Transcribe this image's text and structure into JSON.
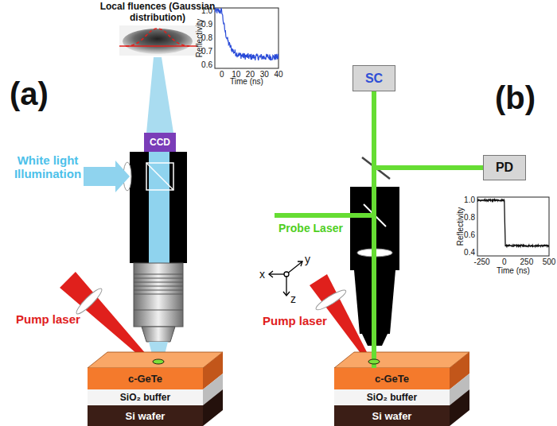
{
  "diagram": {
    "nodes": [
      {
        "text": [
          "CCD"
        ]
      },
      {
        "text": [
          "SC"
        ]
      },
      {
        "text": [
          "PD"
        ]
      },
      {
        "text": [
          "c-GeTe"
        ]
      },
      {
        "text": [
          "SiO₂ buffer"
        ]
      },
      {
        "text": [
          "Si wafer"
        ]
      },
      {
        "text": [
          "c-GeTe"
        ]
      },
      {
        "text": [
          "SiO₂ buffer"
        ]
      },
      {
        "text": [
          "Si wafer"
        ]
      }
    ],
    "edges": [
      {
        "from": 1,
        "to": 6,
        "arrow": "none"
      }
    ],
    "labels": [
      "Local fluences (Gaussian distribution)",
      "(a)",
      "White light Illumination",
      "Pump laser",
      "1.0",
      "0.9",
      "0.8",
      "0.7",
      "0.6",
      "Reflectivity",
      "0",
      "10",
      "20",
      "30",
      "40",
      "Time (ns)",
      "(b)",
      "Probe Laser",
      "Pump laser",
      "x",
      "y",
      "z",
      "1.0",
      "0.8",
      "0.6",
      "0.4",
      "Reflectivity",
      "-250",
      "0",
      "250",
      "500",
      "Time (ns)"
    ]
  }
}
